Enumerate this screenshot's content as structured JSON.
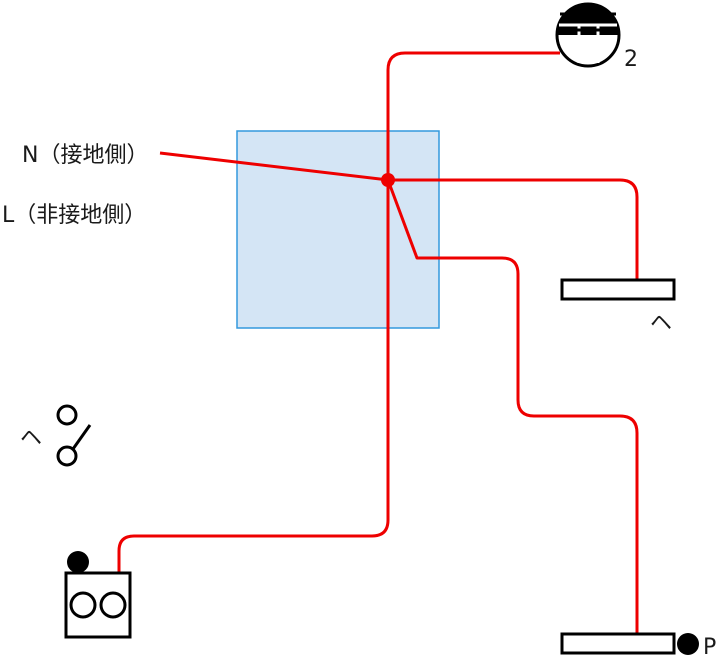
{
  "labels": {
    "n_side": "N（接地側）",
    "l_side": "L（非接地側）",
    "lamp_number": "2",
    "switch_symbol_lamp": "ヘ",
    "switch_symbol_left": "ヘ",
    "pilot_mark": "P"
  },
  "colors": {
    "wire": "#ee0000",
    "box_fill": "#d4e5f5",
    "box_stroke": "#3399dd",
    "symbol": "#000000"
  }
}
